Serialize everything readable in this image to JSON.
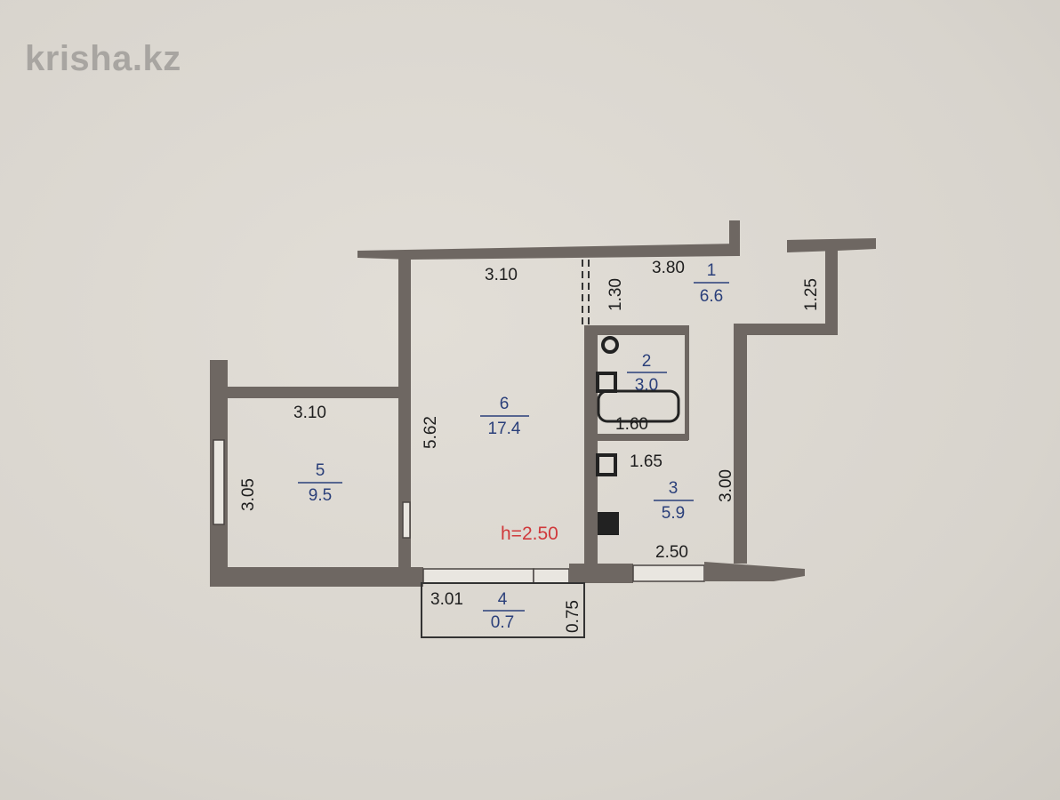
{
  "watermark": "krisha.kz",
  "ceiling_height": "h=2.50",
  "colors": {
    "wall": "#6e6762",
    "paper": "#dcd8d1",
    "room_text": "#2a3f7a",
    "height_text": "#d0393b",
    "watermark": "#a8a5a1"
  },
  "rooms": [
    {
      "number": "1",
      "area": "6.6"
    },
    {
      "number": "2",
      "area": "3.0"
    },
    {
      "number": "3",
      "area": "5.9"
    },
    {
      "number": "4",
      "area": "0.7"
    },
    {
      "number": "5",
      "area": "9.5"
    },
    {
      "number": "6",
      "area": "17.4"
    }
  ],
  "dimensions": {
    "room6_width": "3.10",
    "room6_length": "5.62",
    "room5_width": "3.10",
    "room5_length": "3.05",
    "hall_width": "3.80",
    "hall_depth_left": "1.30",
    "hall_depth_right": "1.25",
    "bath_length": "1.60",
    "kitchen_width_top": "1.65",
    "kitchen_length": "3.00",
    "kitchen_width_bottom": "2.50",
    "balcony_width": "3.01",
    "balcony_depth": "0.75"
  }
}
